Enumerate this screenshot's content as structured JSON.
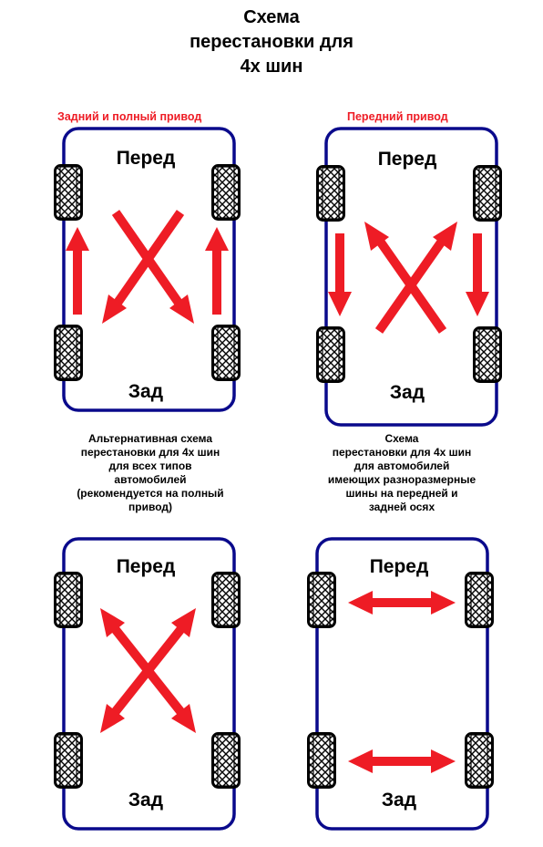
{
  "title": {
    "line1": "Схема",
    "line2": "перестановки для",
    "line3": "4х шин"
  },
  "diagrams": [
    {
      "label": "Задний и полный привод",
      "front": "Перед",
      "rear": "Зад"
    },
    {
      "label": "Передний привод",
      "front": "Перед",
      "rear": "Зад"
    },
    {
      "caption": [
        "Альтернативная схема",
        "перестановки для 4х шин",
        "для всех типов",
        "автомобилей",
        "(рекомендуется на полный",
        "привод)"
      ],
      "front": "Перед",
      "rear": "Зад"
    },
    {
      "caption": [
        "Схема",
        "перестановки для 4х шин",
        "для автомобилей",
        "имеющих разноразмерные",
        "шины на передней и",
        "задней осях"
      ],
      "front": "Перед",
      "rear": "Зад"
    }
  ],
  "colors": {
    "car_outline": "#0a0a8c",
    "arrow": "#ee1c25",
    "tire": "#000000"
  }
}
